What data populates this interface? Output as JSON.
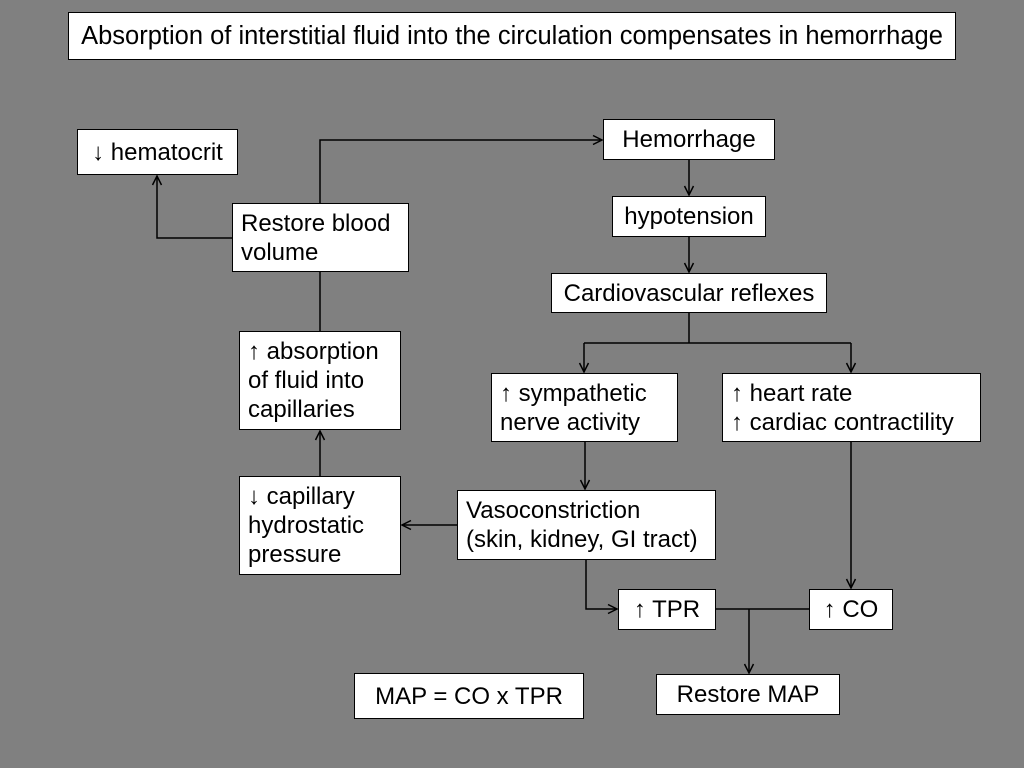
{
  "title": "Absorption of interstitial fluid into the circulation compensates in hemorrhage",
  "nodes": {
    "hematocrit": {
      "lines": [
        "↓ hematocrit"
      ]
    },
    "hemorrhage": {
      "lines": [
        "Hemorrhage"
      ]
    },
    "hypotension": {
      "lines": [
        "hypotension"
      ]
    },
    "restore_blood_volume": {
      "lines": [
        "Restore blood",
        "volume"
      ]
    },
    "cardiovascular_reflexes": {
      "lines": [
        "Cardiovascular reflexes"
      ]
    },
    "absorption": {
      "lines": [
        "↑ absorption",
        "of fluid into",
        "capillaries"
      ]
    },
    "sympathetic": {
      "lines": [
        "↑ sympathetic",
        "nerve activity"
      ]
    },
    "heart": {
      "lines": [
        "↑ heart rate",
        "↑ cardiac contractility"
      ]
    },
    "capillary_pressure": {
      "lines": [
        "↓ capillary",
        "hydrostatic",
        "pressure"
      ]
    },
    "vasoconstriction": {
      "lines": [
        "Vasoconstriction",
        "(skin, kidney, GI tract)"
      ]
    },
    "tpr": {
      "lines": [
        "↑ TPR"
      ]
    },
    "co": {
      "lines": [
        "↑ CO"
      ]
    },
    "map_equation": {
      "lines": [
        "MAP = CO x TPR"
      ]
    },
    "restore_map": {
      "lines": [
        "Restore MAP"
      ]
    }
  },
  "colors": {
    "background": "#808080",
    "box_fill": "#ffffff",
    "stroke": "#000000",
    "text": "#000000"
  }
}
